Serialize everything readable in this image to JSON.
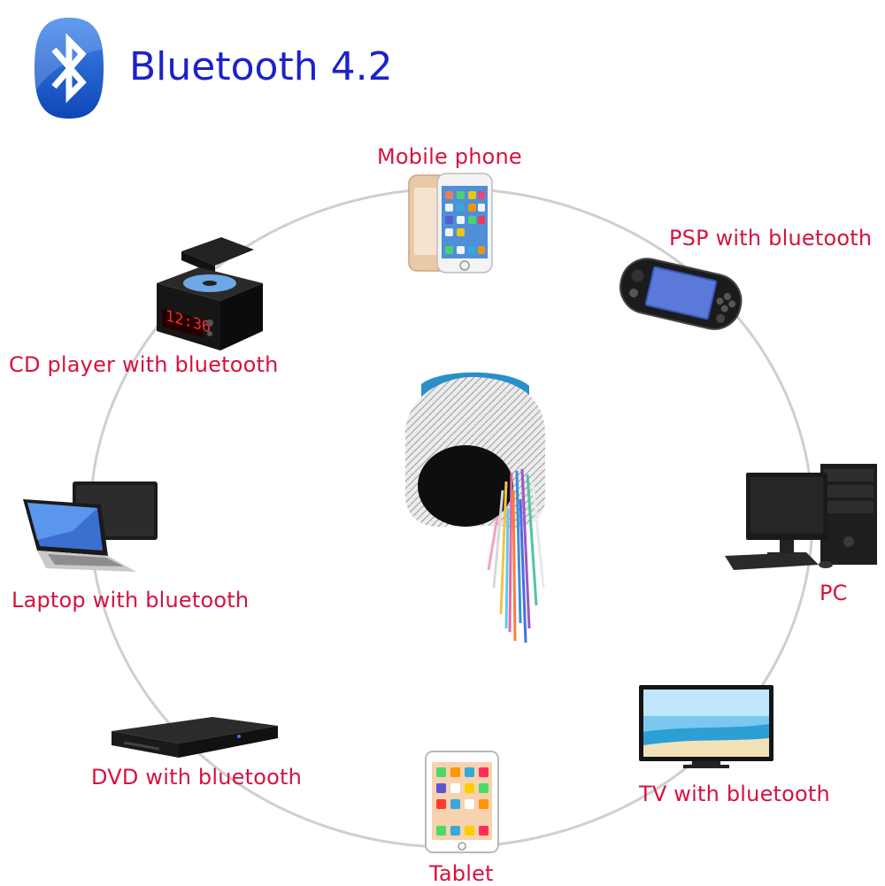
{
  "header": {
    "logo_icon": "bluetooth-icon",
    "title": "Bluetooth 4.2"
  },
  "center_product": {
    "icon": "knit-beanie-with-tassels",
    "colors": {
      "knit": "#e8e8e8",
      "lining": "#111111",
      "accent": "#2a8fc9"
    }
  },
  "devices": {
    "mobile_phone": {
      "label": "Mobile phone",
      "icon": "mobile-phone-icon"
    },
    "psp": {
      "label": "PSP with bluetooth",
      "icon": "handheld-console-icon"
    },
    "cd_player": {
      "label": "CD player with bluetooth",
      "icon": "cd-player-icon"
    },
    "laptop": {
      "label": "Laptop with bluetooth",
      "icon": "laptop-icon"
    },
    "pc": {
      "label": "PC",
      "icon": "desktop-pc-icon"
    },
    "dvd": {
      "label": "DVD with bluetooth",
      "icon": "dvd-player-icon"
    },
    "tv": {
      "label": "TV with bluetooth",
      "icon": "tv-icon"
    },
    "tablet": {
      "label": "Tablet",
      "icon": "tablet-icon"
    }
  },
  "colors": {
    "title": "#1c22c9",
    "labels": "#d5133f",
    "ring": "#cfcfcf",
    "bluetooth_badge": "#1e63d6"
  }
}
